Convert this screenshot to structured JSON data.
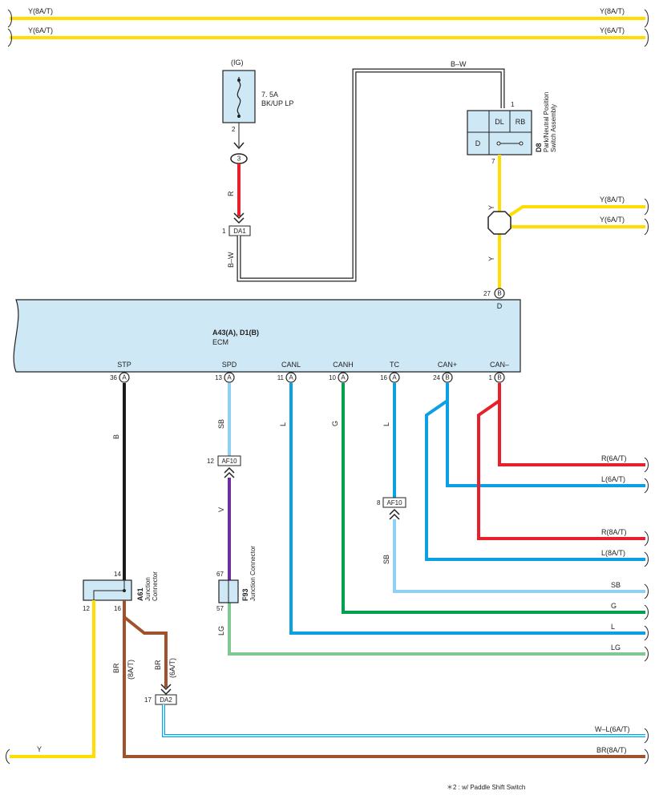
{
  "colors": {
    "Y": "#ffdd00",
    "R": "#e8202a",
    "B": "#1a1a1a",
    "SB": "#8ed1f2",
    "L": "#0aa0e2",
    "G": "#00a04f",
    "V": "#6e2f9e",
    "LG": "#7fc894",
    "BR": "#a0522d",
    "box": "#cfe8f5"
  },
  "top_wires": [
    {
      "left": "Y(8A/T)",
      "right": "Y(8A/T)"
    },
    {
      "left": "Y(6A/T)",
      "right": "Y(6A/T)"
    }
  ],
  "fuse": {
    "ig": "(IG)",
    "rating": "7. 5A",
    "name": "BK/UP LP",
    "pin": "2"
  },
  "joint": {
    "num": "3"
  },
  "da1": {
    "label": "DA1",
    "pin": "1"
  },
  "wire_codes": {
    "R": "R",
    "BW": "B–W",
    "BW_top": "B–W",
    "Y1": "Y",
    "Y2": "Y"
  },
  "d8": {
    "code": "D8",
    "name1": "Park/Neutral Position",
    "name2": "Switch Assembly",
    "cells": [
      "DL",
      "RB",
      "D"
    ],
    "pin_top": "1",
    "pin_bottom": "7"
  },
  "right_y": [
    "Y(8A/T)",
    "Y(6A/T)"
  ],
  "ecm": {
    "title": "A43(A), D1(B)",
    "name": "ECM",
    "top_pin": {
      "num": "27",
      "letter": "B",
      "label": "D"
    },
    "terminals": [
      {
        "label": "STP",
        "num": "36",
        "letter": "A"
      },
      {
        "label": "SPD",
        "num": "13",
        "letter": "A"
      },
      {
        "label": "CANL",
        "num": "11",
        "letter": "A"
      },
      {
        "label": "CANH",
        "num": "10",
        "letter": "A"
      },
      {
        "label": "TC",
        "num": "16",
        "letter": "A"
      },
      {
        "label": "CAN+",
        "num": "24",
        "letter": "B"
      },
      {
        "label": "CAN–",
        "num": "1",
        "letter": "B"
      }
    ]
  },
  "wire_labels": {
    "stp": "B",
    "spd_top": "SB",
    "spd_mid": "V",
    "spd_bot": "LG",
    "canl": "L",
    "canh": "G",
    "tc_top": "L",
    "tc_bot": "SB",
    "br1": "BR",
    "br1b": "(8A/T)",
    "br2": "BR",
    "br2b": "(6A/T)"
  },
  "af10_spd": {
    "label": "AF10",
    "pin": "12"
  },
  "af10_tc": {
    "label": "AF10",
    "pin": "8"
  },
  "a61": {
    "code": "A61",
    "name1": "Junction",
    "name2": "Connector",
    "pin_top": "14",
    "pin_left": "12",
    "pin_right": "16"
  },
  "f93": {
    "code": "F93",
    "name": "Junction Connector",
    "pin_top": "67",
    "pin_bottom": "57"
  },
  "da2": {
    "label": "DA2",
    "pin": "17"
  },
  "right_labels": [
    "R(6A/T)",
    "L(6A/T)",
    "R(8A/T)",
    "L(8A/T)",
    "SB",
    "G",
    "L",
    "LG",
    "W–L(6A/T)",
    "BR(8A/T)"
  ],
  "bottom_left": "Y",
  "footnote": "＊2 : w/ Paddle Shift Switch"
}
